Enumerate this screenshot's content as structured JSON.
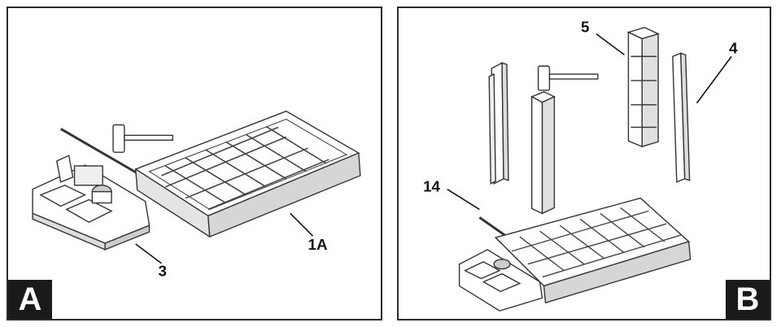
{
  "panels": [
    {
      "id": "A",
      "badge": "A",
      "callouts": [
        "3",
        "1A"
      ]
    },
    {
      "id": "B",
      "badge": "B",
      "callouts": [
        "5",
        "4",
        "14"
      ]
    }
  ],
  "colors": {
    "line": "#2b2b2b",
    "badge_bg": "#1a1a1a",
    "badge_text": "#ffffff"
  }
}
